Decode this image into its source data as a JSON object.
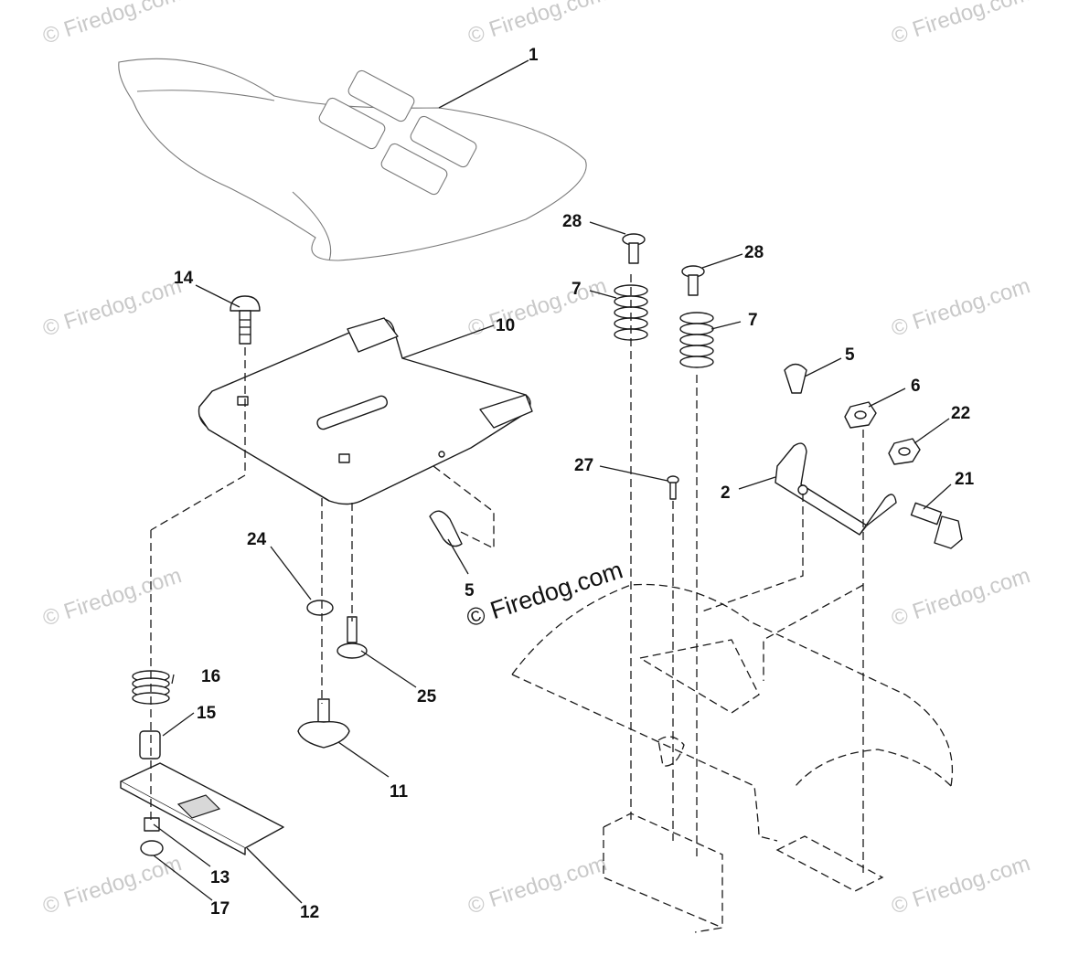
{
  "watermark": "© Firedog.com",
  "callouts": [
    "1",
    "14",
    "10",
    "28",
    "28",
    "7",
    "7",
    "5",
    "6",
    "22",
    "27",
    "2",
    "21",
    "24",
    "5",
    "16",
    "25",
    "15",
    "11",
    "13",
    "17",
    "12"
  ]
}
